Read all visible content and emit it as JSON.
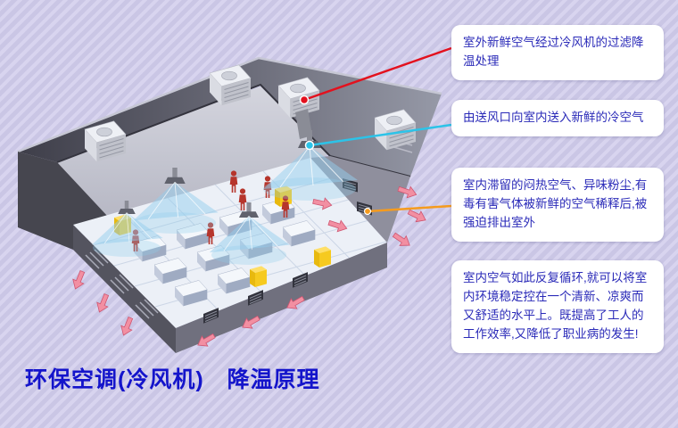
{
  "background": {
    "base": "#cac6e5",
    "stripe": "#d8d4ef"
  },
  "title": {
    "text": "环保空调(冷风机)　降温原理",
    "color": "#1414cb"
  },
  "callouts": [
    {
      "name": "fresh-air-intake",
      "text": "室外新鲜空气经过冷风机的过滤降温处理",
      "connector_color": "#e3111e"
    },
    {
      "name": "cold-air-supply",
      "text": "由送风口向室内送入新鲜的冷空气",
      "connector_color": "#2cc3e8"
    },
    {
      "name": "exhaust-dilution",
      "text": "室内滞留的闷热空气、异味粉尘,有毒有害气体被新鲜的空气稀释后,被强迫排出室外",
      "connector_color": "#f59b1e"
    },
    {
      "name": "circulation-benefit",
      "text": "室内空气如此反复循环,就可以将室内环境稳定控在一个清新、凉爽而又舒适的水平上。既提高了工人的工作效率,又降低了职业病的发生!",
      "connector_color": null
    }
  ],
  "colors": {
    "callout_text": "#2a2ab8",
    "worker_figure": "#b6352c",
    "supply_air_cone": "#94cee8",
    "exhaust_arrow": "#f28fa2"
  }
}
